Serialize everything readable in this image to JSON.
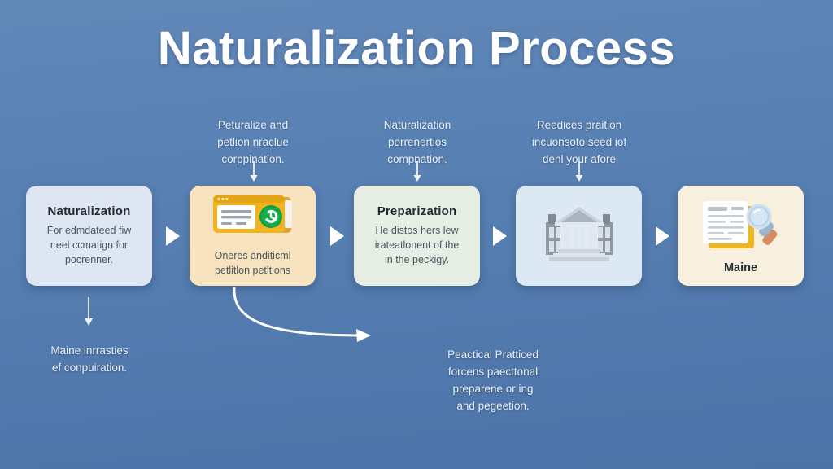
{
  "page": {
    "title": "Naturalization Process",
    "background_color": "#5a82b4",
    "title_color": "#ffffff"
  },
  "annotations": [
    {
      "id": "annotation-above-card-2",
      "lines": [
        "Peturalize and",
        "petlion nraclue",
        "corppination."
      ]
    },
    {
      "id": "annotation-above-card-3",
      "lines": [
        "Naturalization",
        "porrenertios",
        "compnation."
      ]
    },
    {
      "id": "annotation-above-card-4",
      "lines": [
        "Reedices praition",
        "incuonsoto seed iof",
        "denl your afore"
      ]
    }
  ],
  "cards": [
    {
      "id": "card-naturalization",
      "title": "Naturalization",
      "body_lines": [
        "For edmdateed fiw",
        "neel ccmatign for",
        "pocrenner."
      ],
      "caption": "",
      "icon": "",
      "bg_color": "#dfe6f3"
    },
    {
      "id": "card-petitions",
      "title": "",
      "body_lines": [
        "Oneres anditicml",
        "petlitlon petltions"
      ],
      "caption": "",
      "icon": "document-form-window-icon",
      "bg_color": "#f7e4bf"
    },
    {
      "id": "card-preparization",
      "title": "Preparization",
      "body_lines": [
        "He distos hers lew",
        "irateatlonent of the",
        "in the peckigy."
      ],
      "caption": "",
      "icon": "",
      "bg_color": "#e6eee4"
    },
    {
      "id": "card-courthouse",
      "title": "",
      "body_lines": [],
      "caption": "",
      "icon": "courthouse-building-icon",
      "bg_color": "#dce8f4"
    },
    {
      "id": "card-maine",
      "title": "",
      "body_lines": [],
      "caption": "Maine",
      "icon": "document-magnifier-icon",
      "bg_color": "#f8f0de"
    }
  ],
  "connectors": {
    "chevron_count": 4,
    "chevron_color": "#ffffff",
    "curved_arrow_color": "#ffffff"
  },
  "notes": [
    {
      "id": "note-bottom-left",
      "lines": [
        "Maine inrrasties",
        "ef conpuiration."
      ]
    },
    {
      "id": "note-bottom-center",
      "lines": [
        "Peactical Pratticed",
        "forcens paecttonal",
        "preparene or ing",
        "and pegeetion."
      ]
    }
  ]
}
